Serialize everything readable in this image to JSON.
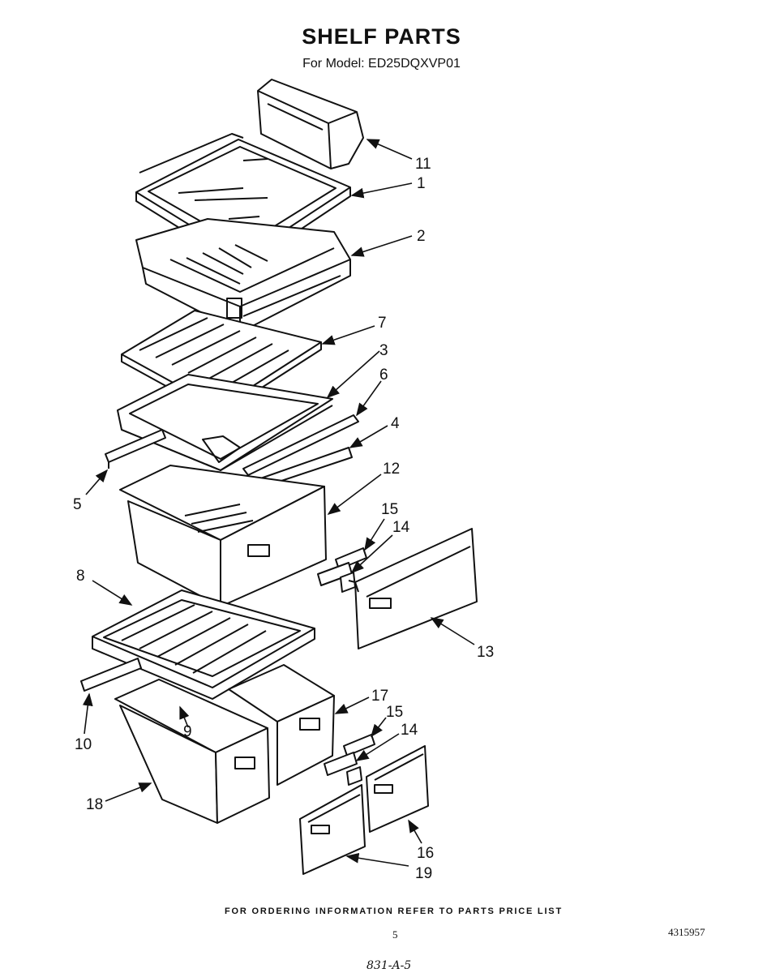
{
  "title": "SHELF PARTS",
  "subtitle": "For Model: ED25DQXVP01",
  "callouts": [
    {
      "id": "11",
      "text": "11"
    },
    {
      "id": "1",
      "text": "1"
    },
    {
      "id": "2",
      "text": "2"
    },
    {
      "id": "7",
      "text": "7"
    },
    {
      "id": "3",
      "text": "3"
    },
    {
      "id": "6",
      "text": "6"
    },
    {
      "id": "4",
      "text": "4"
    },
    {
      "id": "5",
      "text": "5"
    },
    {
      "id": "12",
      "text": "12"
    },
    {
      "id": "15a",
      "text": "15"
    },
    {
      "id": "14a",
      "text": "14"
    },
    {
      "id": "8",
      "text": "8"
    },
    {
      "id": "13",
      "text": "13"
    },
    {
      "id": "17",
      "text": "17"
    },
    {
      "id": "15b",
      "text": "15"
    },
    {
      "id": "14b",
      "text": "14"
    },
    {
      "id": "10",
      "text": "10"
    },
    {
      "id": "9",
      "text": "9"
    },
    {
      "id": "18",
      "text": "18"
    },
    {
      "id": "16",
      "text": "16"
    },
    {
      "id": "19",
      "text": "19"
    }
  ],
  "footer": "FOR ORDERING INFORMATION REFER TO PARTS PRICE LIST",
  "page_number": "5",
  "document_number": "4315957",
  "handwritten_note": "831-A-5",
  "line_color": "#111111"
}
